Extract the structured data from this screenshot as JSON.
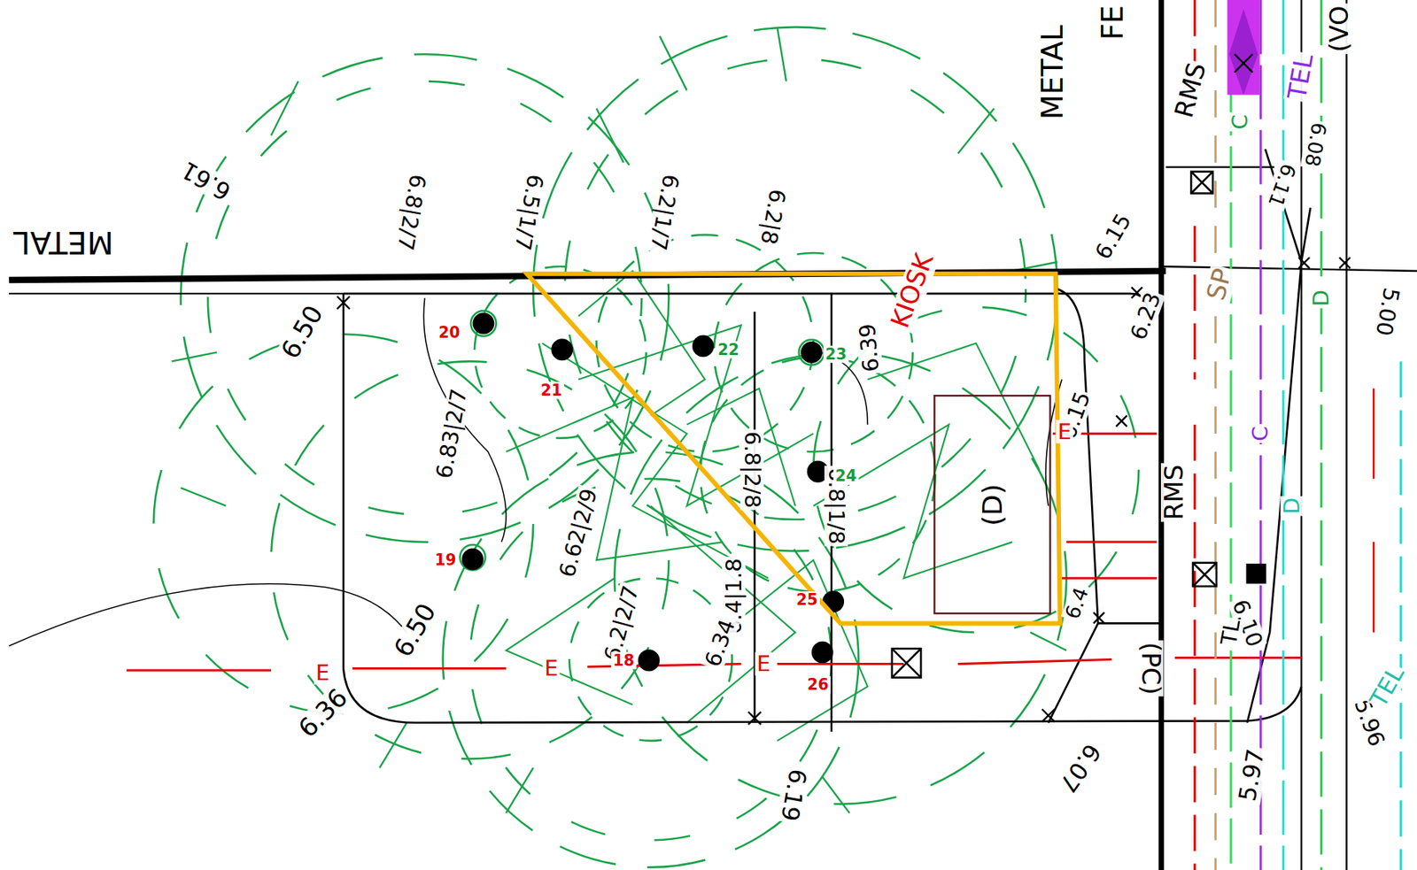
{
  "diagram": {
    "nodes": [
      {
        "text": [
          "(D)"
        ]
      }
    ],
    "labels": [
      "METAL",
      "6.61",
      "6.50",
      "6.50",
      "6.36",
      "6.8|2/7",
      "6.5|1/7",
      "6.2|1/7",
      "6.2|8",
      "6.39",
      "6.15",
      "6.15",
      "6.23",
      "6.8|1/8",
      "6.8|2/8",
      "6.4|1.8",
      "6.34",
      "6.62|2/9",
      "6.2|2/7",
      "6.83|2/7",
      "6.19",
      "6.07",
      "5.97",
      "6.10",
      "5.96",
      "5.00",
      "6.11",
      "6.08",
      "6.4",
      "KIOSK",
      "METAL",
      "FE",
      "RMS",
      "RMS",
      "(PC)",
      "TL",
      "SP",
      "TEL",
      "TEL",
      "(VO",
      "E",
      "E",
      "E",
      "E",
      "C",
      "D",
      "C",
      "D",
      "20",
      "21",
      "22",
      "23",
      "24",
      "25",
      "26",
      "19",
      "18"
    ]
  }
}
